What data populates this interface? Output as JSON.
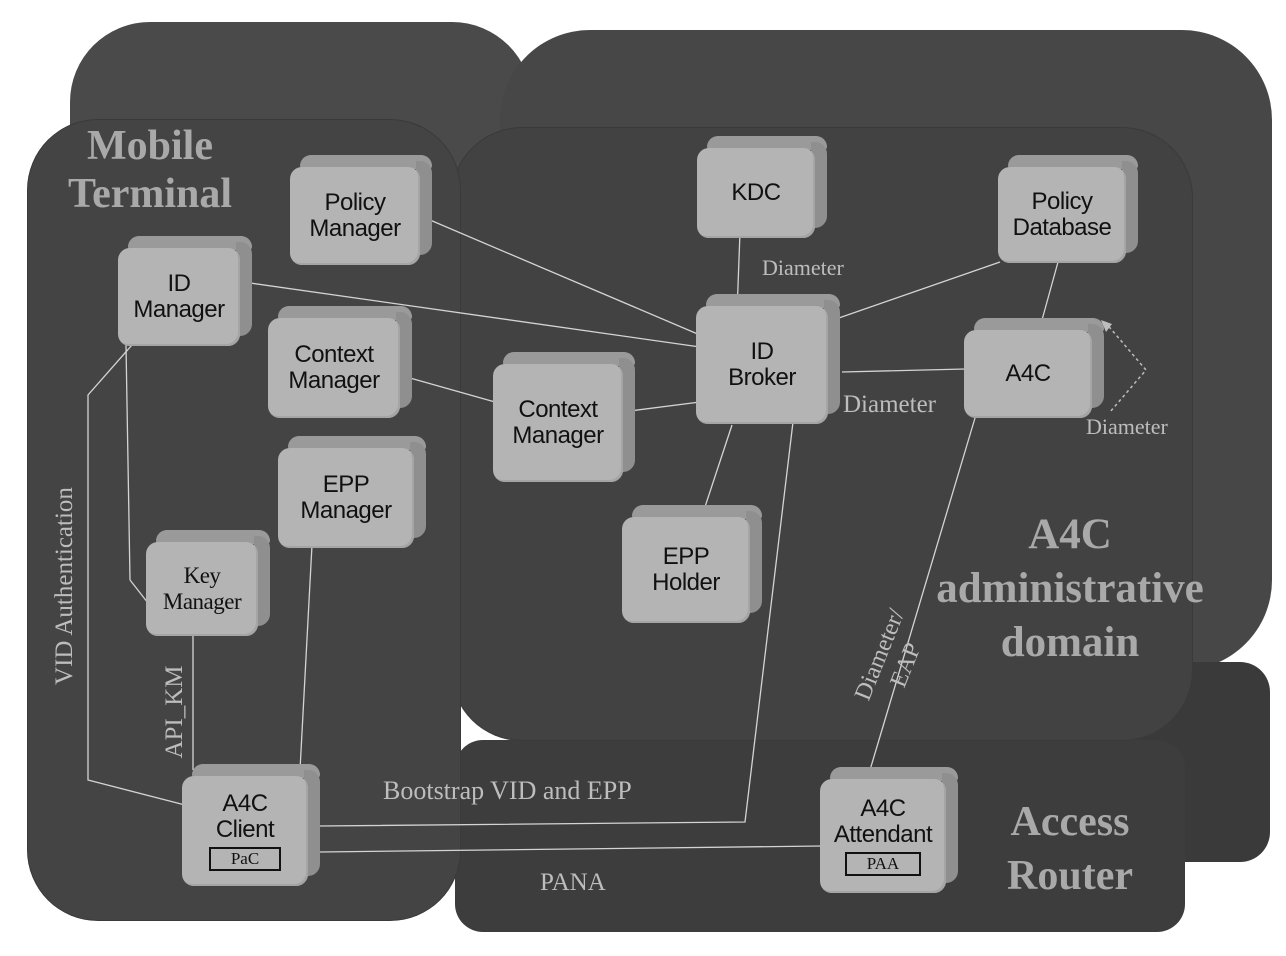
{
  "regions": {
    "mobile_terminal": "Mobile\nTerminal",
    "a4c_domain": "A4C\nadministrative\ndomain",
    "access_router": "Access\nRouter"
  },
  "components": {
    "policy_manager": "Policy\nManager",
    "id_manager": "ID\nManager",
    "context_manager_mt": "Context\nManager",
    "epp_manager": "EPP\nManager",
    "key_manager": "Key\nManager",
    "a4c_client": "A4C\nClient",
    "pac": "PaC",
    "kdc": "KDC",
    "policy_database": "Policy\nDatabase",
    "id_broker": "ID\nBroker",
    "context_manager_domain": "Context\nManager",
    "a4c": "A4C",
    "epp_holder": "EPP\nHolder",
    "a4c_attendant": "A4C\nAttendant",
    "paa": "PAA"
  },
  "connections": {
    "diameter_kdc": "Diameter",
    "diameter_a4c": "Diameter",
    "diameter_loop": "Diameter",
    "diameter_eap": "Diameter/\nEAP",
    "vid_authentication": "VID Authentication",
    "api_km": "API_KM",
    "bootstrap": "Bootstrap VID and EPP",
    "pana": "PANA"
  }
}
